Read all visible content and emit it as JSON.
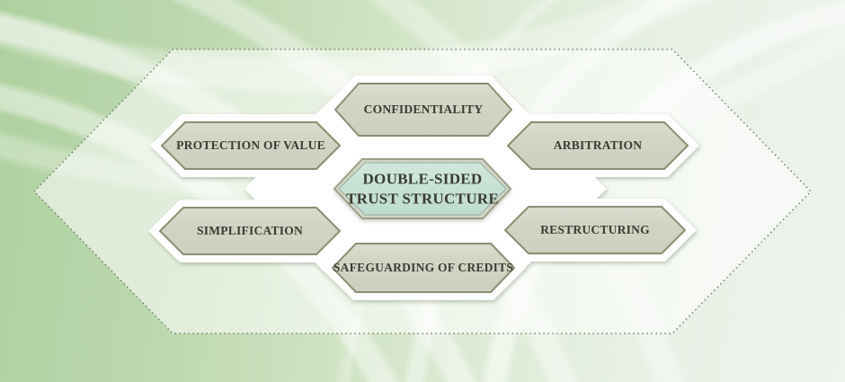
{
  "diagram": {
    "center": {
      "label_line1": "DOUBLE-SIDED",
      "label_line2": "TRUST STRUCTURE"
    },
    "nodes": {
      "top": {
        "label": "CONFIDENTIALITY"
      },
      "left_top": {
        "label": "PROTECTION OF VALUE"
      },
      "right_top": {
        "label": "ARBITRATION"
      },
      "left_bottom": {
        "label": "SIMPLIFICATION"
      },
      "right_bottom": {
        "label": "RESTRUCTURING"
      },
      "bottom": {
        "label": "SAFEGUARDING OF CREDITS"
      }
    },
    "colors": {
      "background_green": "#b7d6ab",
      "background_pale": "#edf3ed",
      "outer_hexagon_fill": "rgba(255,255,255,0.55)",
      "dotted_border": "#6a7162",
      "halo_white": "#ffffff",
      "node_fill": "#d4d6c7",
      "node_border": "#8a8f71",
      "center_fill": "#c6e2d6",
      "center_frame": "#d3d5c6",
      "center_border": "#9aa186",
      "text": "#3b3b31"
    }
  }
}
